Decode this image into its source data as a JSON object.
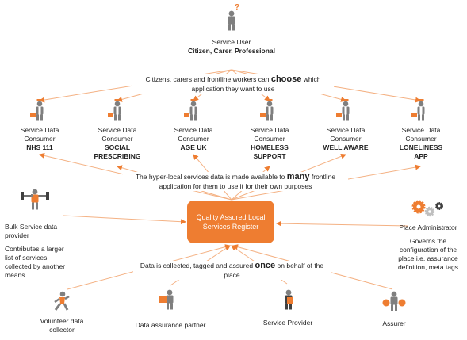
{
  "service_user": {
    "title": "Service User",
    "subtitle": "Citizen, Carer, Professional",
    "icon": "question-mark-person-icon"
  },
  "choose_callout": {
    "before": "Citizens, carers and frontline workers can",
    "emphasis": "choose",
    "after": "which application they want to use"
  },
  "consumers": [
    {
      "line1": "Service Data",
      "line2": "Consumer",
      "name": "NHS 111",
      "icon": "worker-briefcase-icon"
    },
    {
      "line1": "Service Data",
      "line2": "Consumer",
      "name": "SOCIAL PRESCRIBING",
      "icon": "worker-briefcase-icon"
    },
    {
      "line1": "Service Data",
      "line2": "Consumer",
      "name": "AGE UK",
      "icon": "worker-briefcase-icon"
    },
    {
      "line1": "Service Data",
      "line2": "Consumer",
      "name": "HOMELESS SUPPORT",
      "icon": "worker-briefcase-icon"
    },
    {
      "line1": "Service Data",
      "line2": "Consumer",
      "name": "WELL AWARE",
      "icon": "worker-briefcase-icon"
    },
    {
      "line1": "Service Data",
      "line2": "Consumer",
      "name": "LONELINESS APP",
      "icon": "worker-briefcase-icon"
    }
  ],
  "many_callout": {
    "before": "The hyper-local services data is made available to",
    "emphasis": "many",
    "after": "frontline application for them to use it for their own purposes"
  },
  "central": {
    "label": "Quality Assured Local Services Register"
  },
  "bulk_provider": {
    "title": "Bulk Service data provider",
    "description": "Contributes a larger list of services collected by another means",
    "icon": "weightlifter-icon"
  },
  "place_admin": {
    "title": "Place Administrator",
    "description": "Governs the configuration of the place i.e. assurance definition, meta tags",
    "icon": "gears-icon"
  },
  "once_callout": {
    "before": "Data is collected, tagged and assured",
    "emphasis": "once",
    "after": "on behalf of the place"
  },
  "contributors": [
    {
      "label": "Volunteer data collector",
      "icon": "running-person-icon"
    },
    {
      "label": "Data assurance partner",
      "icon": "person-with-folder-icon"
    },
    {
      "label": "Service Provider",
      "icon": "person-with-document-icon"
    },
    {
      "label": "Assurer",
      "icon": "person-with-pompoms-icon"
    }
  ],
  "colors": {
    "accent": "#ee7d31",
    "line": "#f4b183",
    "text": "#222222",
    "figure": "#7f7f7f"
  }
}
